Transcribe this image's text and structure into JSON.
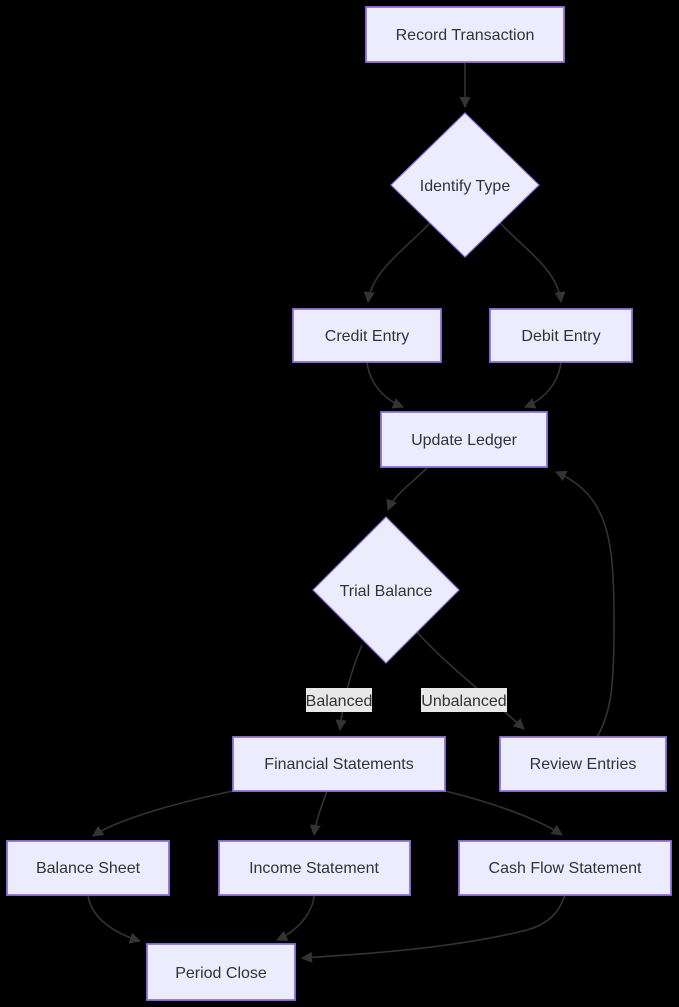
{
  "diagram": {
    "type": "flowchart",
    "direction": "top-down",
    "colors": {
      "background": "#000000",
      "node_fill": "#ECECFF",
      "node_border": "#9370DB",
      "edge_stroke": "#333333",
      "edge_label_bg": "#e8e8e8",
      "text": "#333333"
    },
    "nodes": [
      {
        "id": "record_transaction",
        "shape": "rect",
        "label": "Record Transaction"
      },
      {
        "id": "identify_type",
        "shape": "diamond",
        "label": "Identify Type"
      },
      {
        "id": "credit_entry",
        "shape": "rect",
        "label": "Credit Entry"
      },
      {
        "id": "debit_entry",
        "shape": "rect",
        "label": "Debit Entry"
      },
      {
        "id": "update_ledger",
        "shape": "rect",
        "label": "Update Ledger"
      },
      {
        "id": "trial_balance",
        "shape": "diamond",
        "label": "Trial Balance"
      },
      {
        "id": "financial_statements",
        "shape": "rect",
        "label": "Financial Statements"
      },
      {
        "id": "review_entries",
        "shape": "rect",
        "label": "Review Entries"
      },
      {
        "id": "balance_sheet",
        "shape": "rect",
        "label": "Balance Sheet"
      },
      {
        "id": "income_statement",
        "shape": "rect",
        "label": "Income Statement"
      },
      {
        "id": "cash_flow_statement",
        "shape": "rect",
        "label": "Cash Flow Statement"
      },
      {
        "id": "period_close",
        "shape": "rect",
        "label": "Period Close"
      }
    ],
    "edges": [
      {
        "from": "record_transaction",
        "to": "identify_type",
        "label": ""
      },
      {
        "from": "identify_type",
        "to": "credit_entry",
        "label": ""
      },
      {
        "from": "identify_type",
        "to": "debit_entry",
        "label": ""
      },
      {
        "from": "credit_entry",
        "to": "update_ledger",
        "label": ""
      },
      {
        "from": "debit_entry",
        "to": "update_ledger",
        "label": ""
      },
      {
        "from": "update_ledger",
        "to": "trial_balance",
        "label": ""
      },
      {
        "from": "trial_balance",
        "to": "financial_statements",
        "label": "Balanced"
      },
      {
        "from": "trial_balance",
        "to": "review_entries",
        "label": "Unbalanced"
      },
      {
        "from": "review_entries",
        "to": "update_ledger",
        "label": ""
      },
      {
        "from": "financial_statements",
        "to": "balance_sheet",
        "label": ""
      },
      {
        "from": "financial_statements",
        "to": "income_statement",
        "label": ""
      },
      {
        "from": "financial_statements",
        "to": "cash_flow_statement",
        "label": ""
      },
      {
        "from": "balance_sheet",
        "to": "period_close",
        "label": ""
      },
      {
        "from": "income_statement",
        "to": "period_close",
        "label": ""
      },
      {
        "from": "cash_flow_statement",
        "to": "period_close",
        "label": ""
      }
    ]
  }
}
